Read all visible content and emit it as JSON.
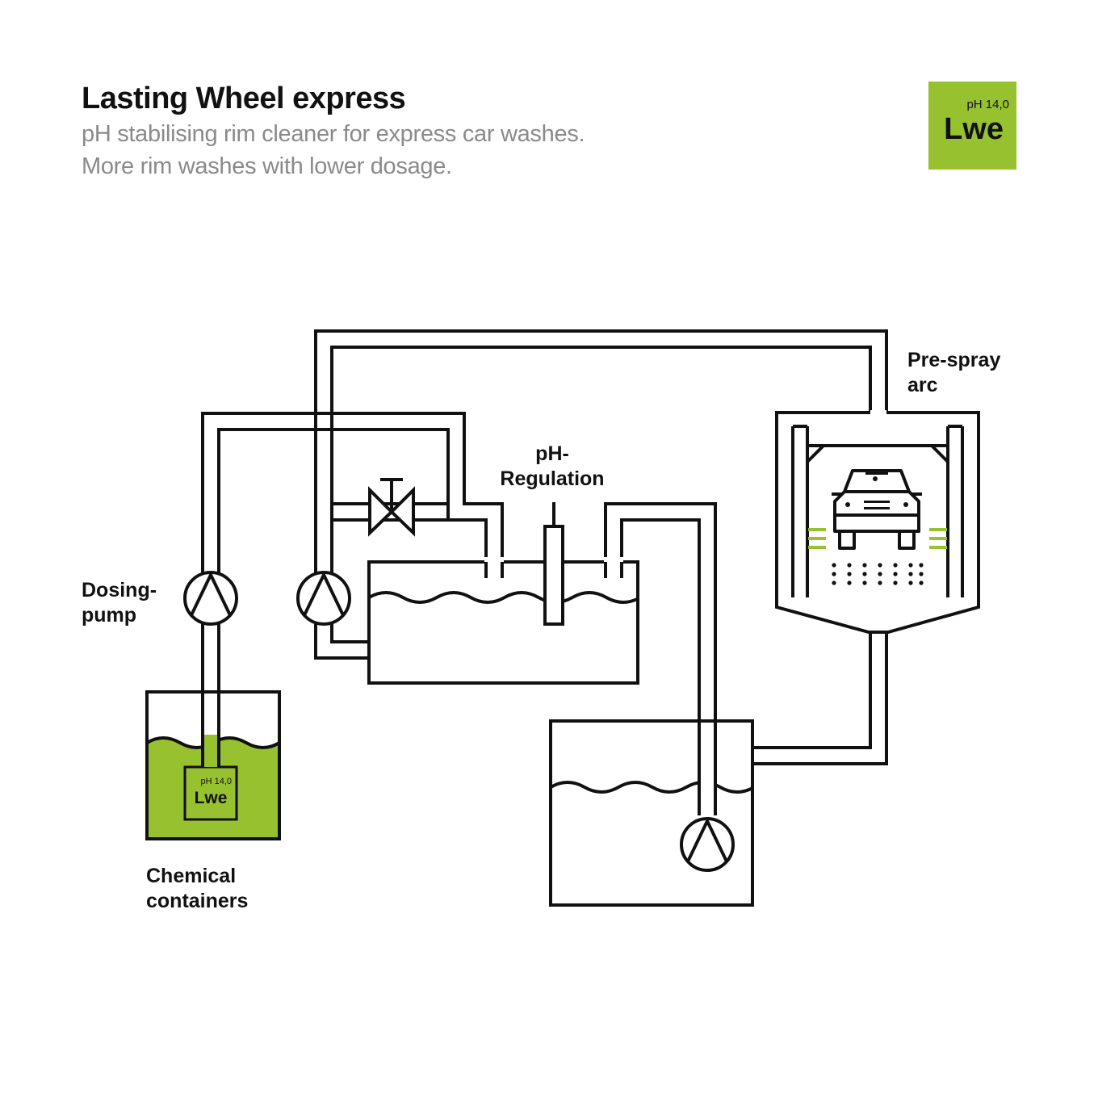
{
  "header": {
    "title": "Lasting Wheel express",
    "subtitle_line1": "pH stabilising rim cleaner for express car washes.",
    "subtitle_line2": "More rim washes with lower dosage."
  },
  "badge": {
    "ph": "pH 14,0",
    "code": "Lwe",
    "color": "#98c130"
  },
  "labels": {
    "dosing_pump_1": "Dosing-",
    "dosing_pump_2": "pump",
    "ph_regulation_1": "pH-",
    "ph_regulation_2": "Regulation",
    "prespray_1": "Pre-spray",
    "prespray_2": "arc",
    "chemical_1": "Chemical",
    "chemical_2": "containers"
  },
  "container_badge": {
    "ph": "pH 14,0",
    "code": "Lwe"
  },
  "colors": {
    "line": "#111111",
    "accent": "#98c130"
  }
}
